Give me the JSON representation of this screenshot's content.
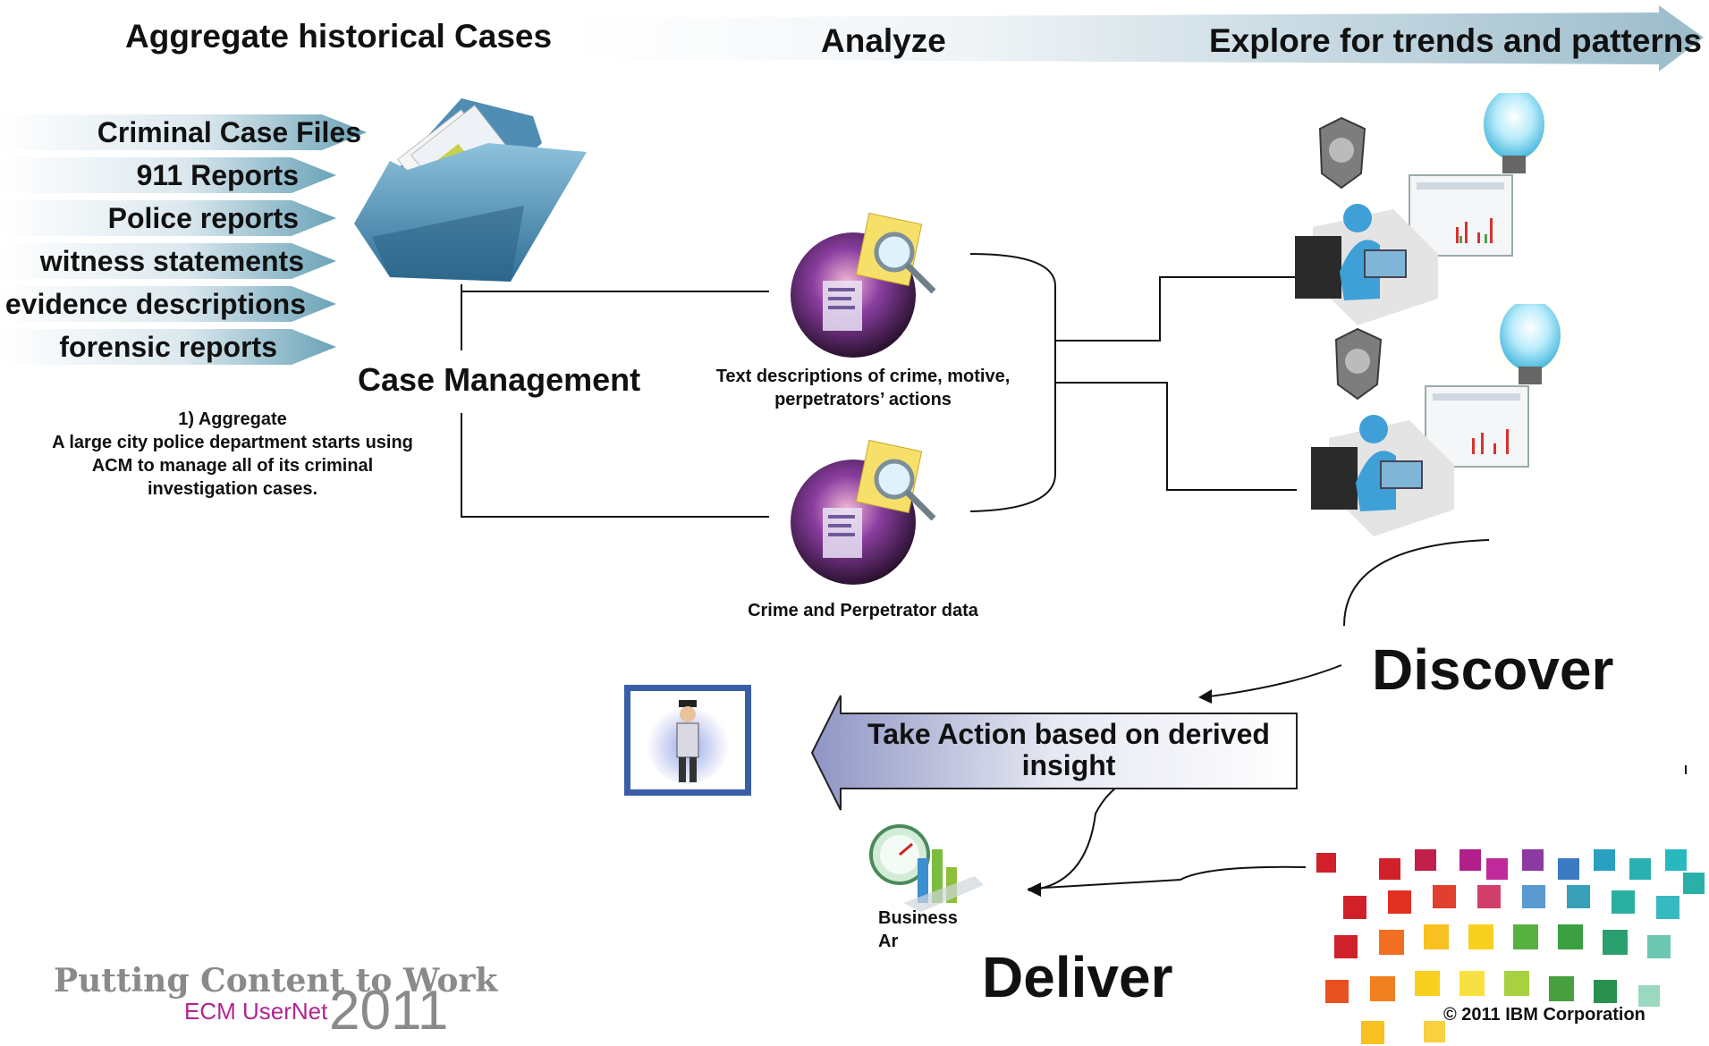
{
  "header": {
    "left": "Aggregate historical Cases",
    "middle": "Analyze",
    "right": "Explore for trends and patterns"
  },
  "sources": [
    "Criminal Case Files",
    "911 Reports",
    "Police reports",
    "witness statements",
    "evidence descriptions",
    "forensic reports"
  ],
  "case_management": "Case Management",
  "aggregate_note": {
    "title": "1) Aggregate",
    "body": "A large city police department starts using ACM to manage all of its criminal investigation cases."
  },
  "analysis": {
    "text_descriptions": "Text descriptions of crime, motive, perpetrators’ actions",
    "crime_data": "Crime and Perpetrator data"
  },
  "discover": "Discover",
  "take_action": "Take Action based on derived insight",
  "business_label": "Business\nAr",
  "deliver": "Deliver",
  "footer": {
    "tagline": "Putting Content to Work",
    "event": "ECM UserNet",
    "year": "2011",
    "copyright": "© 2011 IBM Corporation"
  },
  "colors": {
    "arrow_teal": "#6aa3b8",
    "frame_blue": "#3a5da8",
    "magenta": "#b2248f",
    "grey_logo": "#8a8a8a"
  },
  "icons": {
    "folder": "folder-icon",
    "analytics_disc": "analytics-disc-icon",
    "magnifier": "magnifier-icon",
    "police_badge": "police-badge-icon",
    "workstation": "workstation-icon",
    "lightbulb": "lightbulb-icon",
    "officer": "police-officer-icon",
    "dashboard": "dashboard-gauge-icon",
    "cubes": "colored-cubes-icon"
  }
}
